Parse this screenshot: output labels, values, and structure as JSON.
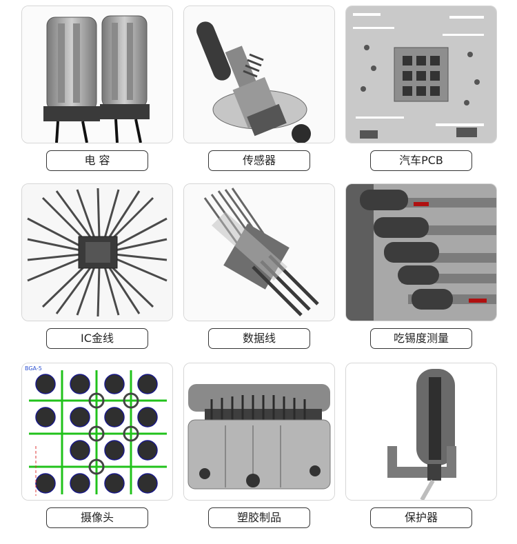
{
  "items": [
    {
      "label": "电 容"
    },
    {
      "label": "传感器"
    },
    {
      "label": "汽车PCB"
    },
    {
      "label": "IC金线"
    },
    {
      "label": "数据线"
    },
    {
      "label": "吃锡度测量"
    },
    {
      "label": "摄像头"
    },
    {
      "label": "塑胶制品"
    },
    {
      "label": "保护器"
    }
  ],
  "camera_overlay_text": "BGA-5",
  "colors": {
    "frame": "#d6d6d6",
    "label_border": "#333333"
  }
}
